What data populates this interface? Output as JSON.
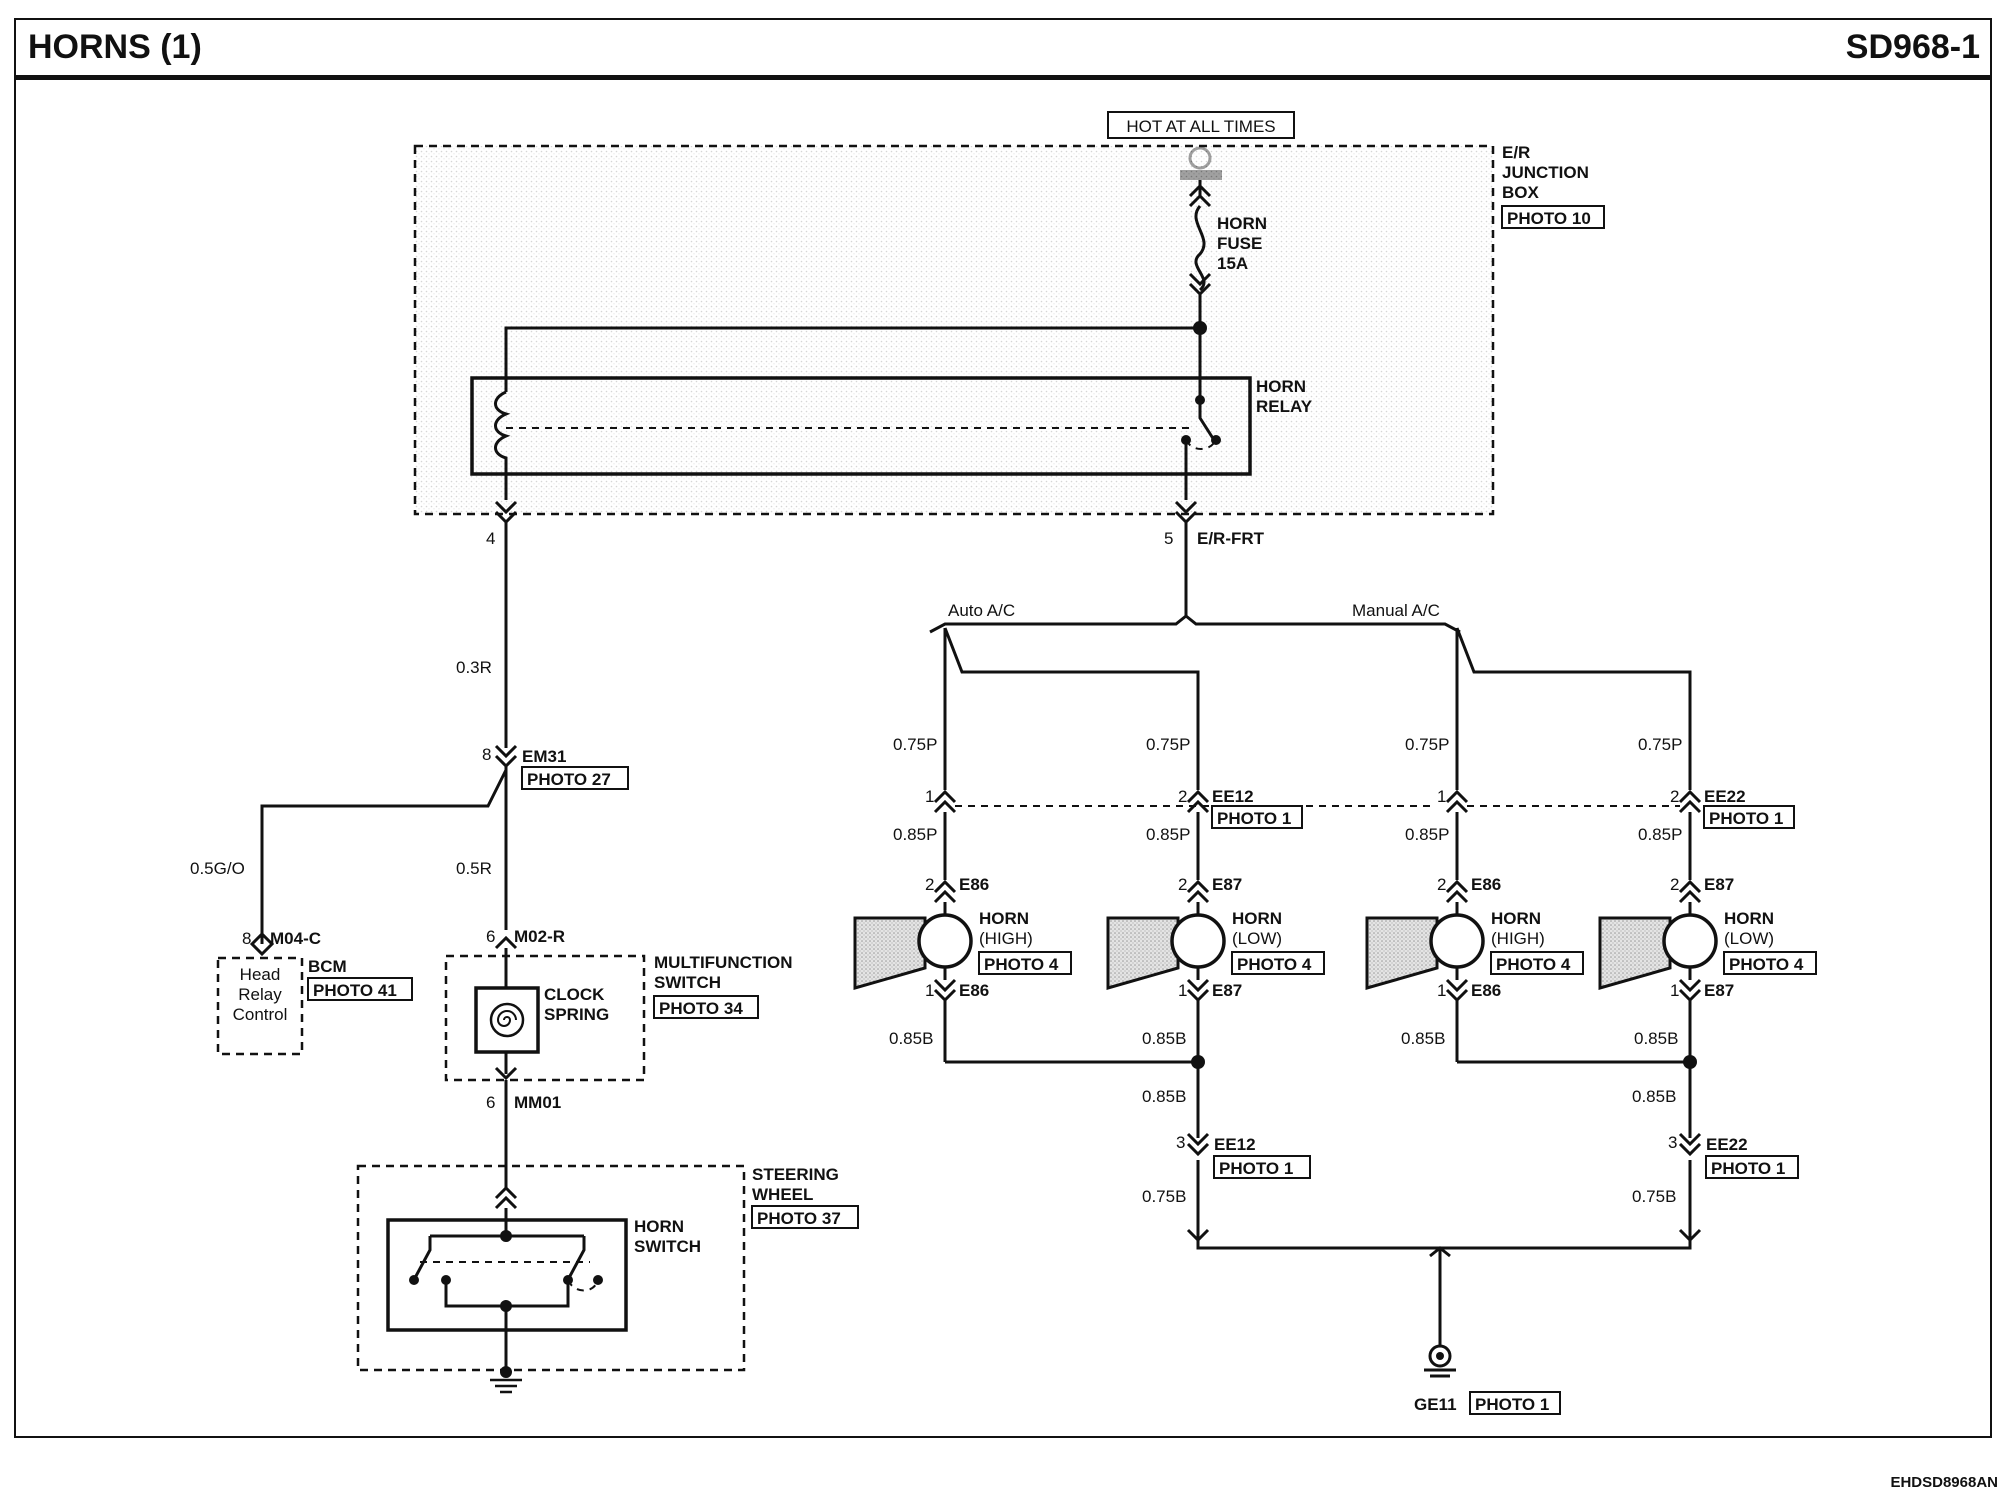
{
  "header": {
    "title": "HORNS (1)",
    "code": "SD968-1"
  },
  "footer": {
    "code": "EHDSD8968AN"
  },
  "power": {
    "label": "HOT AT ALL TIMES"
  },
  "junction_box": {
    "name_lines": [
      "E/R",
      "JUNCTION",
      "BOX"
    ],
    "photo": "PHOTO 10",
    "fuse_lines": [
      "HORN",
      "FUSE",
      "15A"
    ],
    "relay_lines": [
      "HORN",
      "RELAY"
    ],
    "pin_left": "4",
    "pin_right": "5",
    "connector": "E/R-FRT"
  },
  "left_branch": {
    "wire_top": "0.3R",
    "em31": {
      "pin": "8",
      "name": "EM31",
      "photo": "PHOTO 27"
    },
    "wire_bcm": "0.5G/O",
    "wire_switch": "0.5R",
    "bcm": {
      "pin": "8",
      "connector": "M04-C",
      "name": "BCM",
      "photo": "PHOTO 41",
      "inner_lines": [
        "Head",
        "Relay",
        "Control"
      ]
    },
    "multifunction": {
      "pin": "6",
      "connector": "M02-R",
      "name_lines": [
        "MULTIFUNCTION",
        "SWITCH"
      ],
      "photo": "PHOTO 34",
      "clock_lines": [
        "CLOCK",
        "SPRING"
      ]
    },
    "mm01": {
      "pin": "6",
      "name": "MM01"
    },
    "steering": {
      "name_lines": [
        "STEERING",
        "WHEEL"
      ],
      "photo": "PHOTO 37",
      "switch_lines": [
        "HORN",
        "SWITCH"
      ]
    }
  },
  "branches": {
    "auto": "Auto A/C",
    "manual": "Manual A/C"
  },
  "horns": [
    {
      "id": "auto-high",
      "wire_top": "0.75P",
      "conn_pin": "1",
      "wire_mid": "0.85P",
      "pin_top": "2",
      "conn_top": "E86",
      "name": "HORN",
      "sub": "(HIGH)",
      "photo": "PHOTO 4",
      "pin_bot": "1",
      "conn_bot": "E86",
      "wire_bot": "0.85B"
    },
    {
      "id": "auto-low",
      "wire_top": "0.75P",
      "conn_pin": "2",
      "conn_name": "EE12",
      "conn_photo": "PHOTO 1",
      "wire_mid": "0.85P",
      "pin_top": "2",
      "conn_top": "E87",
      "name": "HORN",
      "sub": "(LOW)",
      "photo": "PHOTO 4",
      "pin_bot": "1",
      "conn_bot": "E87",
      "wire_bot": "0.85B"
    },
    {
      "id": "manual-high",
      "wire_top": "0.75P",
      "conn_pin": "1",
      "wire_mid": "0.85P",
      "pin_top": "2",
      "conn_top": "E86",
      "name": "HORN",
      "sub": "(HIGH)",
      "photo": "PHOTO 4",
      "pin_bot": "1",
      "conn_bot": "E86",
      "wire_bot": "0.85B"
    },
    {
      "id": "manual-low",
      "wire_top": "0.75P",
      "conn_pin": "2",
      "conn_name": "EE22",
      "conn_photo": "PHOTO 1",
      "wire_mid": "0.85P",
      "pin_top": "2",
      "conn_top": "E87",
      "name": "HORN",
      "sub": "(LOW)",
      "photo": "PHOTO 4",
      "pin_bot": "1",
      "conn_bot": "E87",
      "wire_bot": "0.85B"
    }
  ],
  "ground_auto": {
    "wire1": "0.85B",
    "pin": "3",
    "conn": "EE12",
    "photo": "PHOTO 1",
    "wire2": "0.75B"
  },
  "ground_manual": {
    "wire1": "0.85B",
    "pin": "3",
    "conn": "EE22",
    "photo": "PHOTO 1",
    "wire2": "0.75B"
  },
  "ground": {
    "name": "GE11",
    "photo": "PHOTO 1"
  },
  "icons": {
    "ground": "ground-icon",
    "horn": "horn-icon",
    "clock_spring": "clock-spring-icon",
    "fuse": "fuse-icon",
    "relay_coil": "relay-coil-icon"
  }
}
